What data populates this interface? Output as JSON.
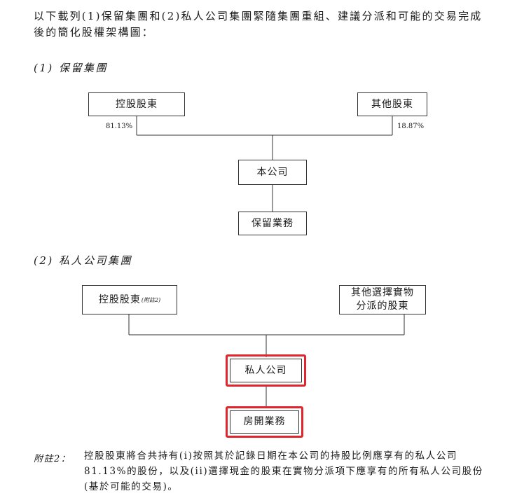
{
  "intro_text": "以下載列(1)保留集團和(2)私人公司集團緊隨集團重組、建議分派和可能的交易完成後的簡化股權架構圖：",
  "section1": {
    "title": "(1)  保留集團",
    "controlling_shareholder": "控股股東",
    "other_shareholders": "其他股東",
    "pct_left": "81.13%",
    "pct_right": "18.87%",
    "company": "本公司",
    "retained_business": "保留業務"
  },
  "section2": {
    "title": "(2)  私人公司集團",
    "controlling_shareholder": "控股股東",
    "controlling_note_ref": "(附註2)",
    "other_shareholders": "其他選擇實物分派的股東",
    "private_company": "私人公司",
    "property_business": "房開業務"
  },
  "note": {
    "label": "附註2：",
    "text": "控股股東將合共持有(i)按照其於記錄日期在本公司的持股比例應享有的私人公司81.13%的股份，以及(ii)選擇現金的股東在實物分派項下應享有的所有私人公司股份(基於可能的交易)。"
  },
  "highlight_color": "#e0262c"
}
